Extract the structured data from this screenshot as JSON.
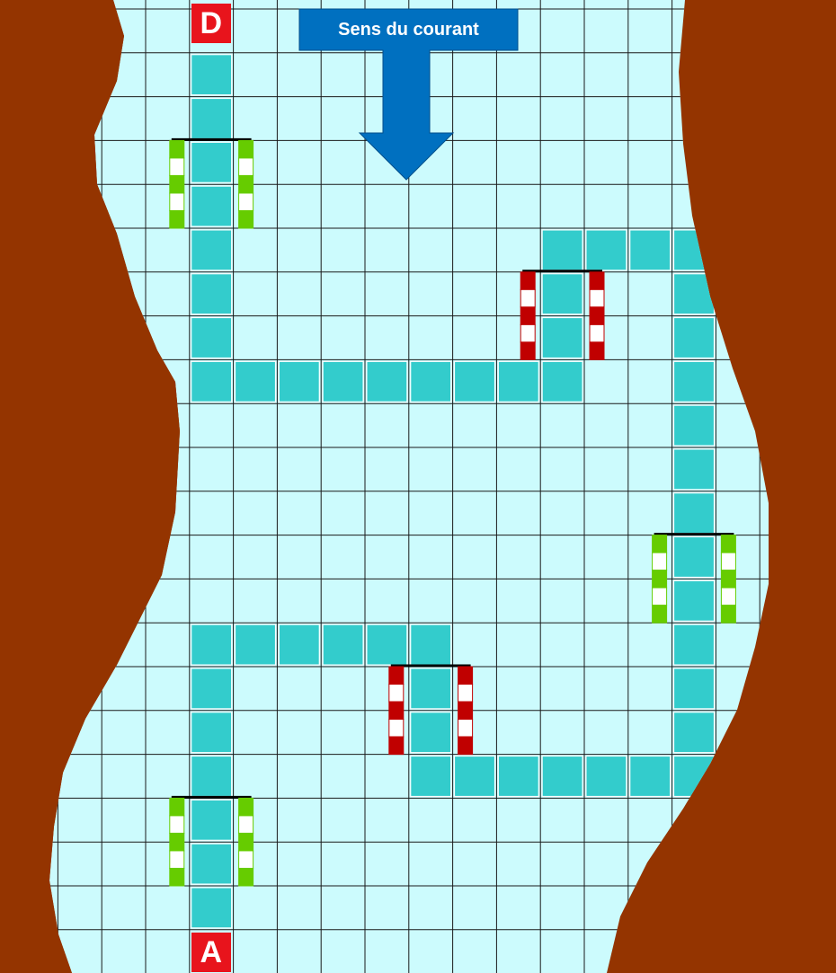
{
  "current_label": "Sens du courant",
  "start_label": "D",
  "end_label": "A",
  "colors": {
    "water": "#ccfbfd",
    "bank": "#943400",
    "grid_line": "#1a1a1a",
    "course": "#33cccc",
    "label_bg": "#e8141c",
    "arrow": "#0070c0",
    "gate_green": "#66cc00",
    "gate_red": "#c00000"
  },
  "grid": {
    "columns": 18,
    "rows": 22
  },
  "course_path": [
    [
      1,
      1
    ],
    [
      1,
      2
    ],
    [
      1,
      3
    ],
    [
      1,
      4
    ],
    [
      1,
      5
    ],
    [
      1,
      6
    ],
    [
      1,
      7
    ],
    [
      1,
      8
    ],
    [
      2,
      8
    ],
    [
      3,
      8
    ],
    [
      4,
      8
    ],
    [
      5,
      8
    ],
    [
      6,
      8
    ],
    [
      7,
      8
    ],
    [
      8,
      8
    ],
    [
      9,
      8
    ],
    [
      9,
      7
    ],
    [
      9,
      6
    ],
    [
      9,
      5
    ],
    [
      10,
      5
    ],
    [
      11,
      5
    ],
    [
      12,
      5
    ],
    [
      12,
      6
    ],
    [
      12,
      7
    ],
    [
      12,
      8
    ],
    [
      12,
      9
    ],
    [
      12,
      10
    ],
    [
      12,
      11
    ],
    [
      12,
      12
    ],
    [
      12,
      13
    ],
    [
      12,
      14
    ],
    [
      12,
      15
    ],
    [
      12,
      16
    ],
    [
      12,
      17
    ],
    [
      11,
      17
    ],
    [
      10,
      17
    ],
    [
      9,
      17
    ],
    [
      8,
      17
    ],
    [
      7,
      17
    ],
    [
      6,
      17
    ],
    [
      6,
      16
    ],
    [
      6,
      15
    ],
    [
      6,
      14
    ],
    [
      5,
      14
    ],
    [
      4,
      14
    ],
    [
      3,
      14
    ],
    [
      2,
      14
    ],
    [
      1,
      14
    ],
    [
      1,
      15
    ],
    [
      1,
      16
    ],
    [
      1,
      17
    ],
    [
      1,
      18
    ],
    [
      1,
      19
    ],
    [
      1,
      20
    ]
  ],
  "gates": [
    {
      "color": "green",
      "col": 1,
      "row": 3
    },
    {
      "color": "red",
      "col": 9,
      "row": 6
    },
    {
      "color": "green",
      "col": 12,
      "row": 12
    },
    {
      "color": "red",
      "col": 6,
      "row": 15
    },
    {
      "color": "green",
      "col": 1,
      "row": 18
    }
  ],
  "start": {
    "col": 1,
    "row": 0
  },
  "end": {
    "col": 1,
    "row": 21
  }
}
